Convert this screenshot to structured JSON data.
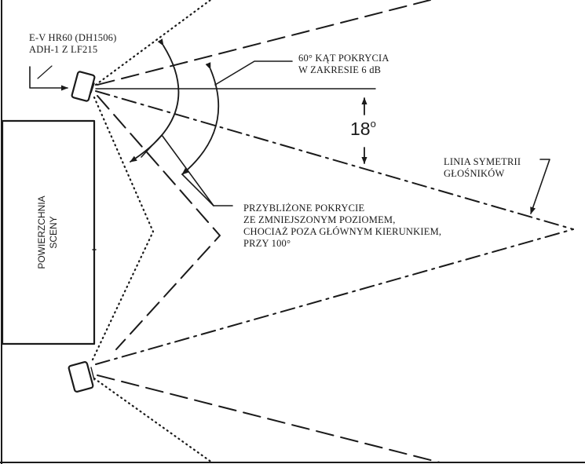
{
  "labels": {
    "speaker_model_line1": "E-V HR60 (DH1506)",
    "speaker_model_line2": "ADH-1 Z LF215",
    "coverage_line1": "60° KĄT POKRYCIA",
    "coverage_line2": "W ZAKRESIE 6 dB",
    "angle_value": "18",
    "angle_unit": "o",
    "symmetry_line1": "LINIA SYMETRII",
    "symmetry_line2": "GŁOŚNIKÓW",
    "approx_line1": "PRZYBLIŻONE POKRYCIE",
    "approx_line2": "ZE ZMNIEJSZONYM POZIOMEM,",
    "approx_line3": "CHOCIAŻ POZA GŁÓWNYM KIERUNKIEM,",
    "approx_line4": "PRZY 100°",
    "stage_line1": "POWIERZCHNIA",
    "stage_line2": "SCENY"
  },
  "colors": {
    "ink": "#1a1a1a",
    "background": "#ffffff"
  }
}
